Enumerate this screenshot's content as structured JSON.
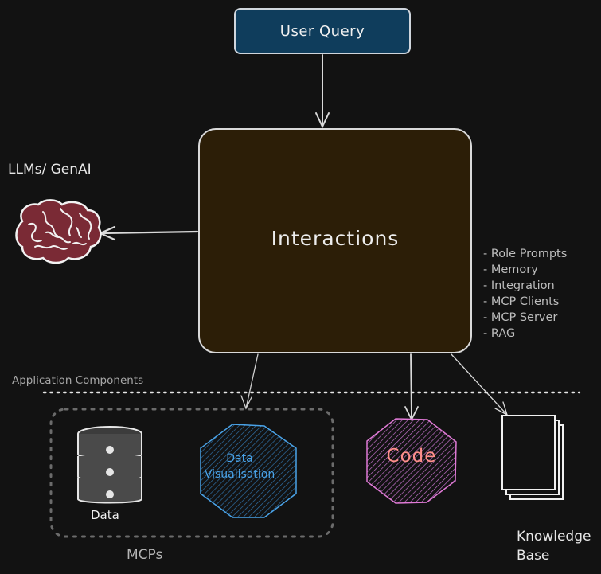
{
  "user_query": {
    "label": "User Query"
  },
  "interactions": {
    "title": "Interactions",
    "features": [
      "- Role Prompts",
      "- Memory",
      "- Integration",
      "- MCP Clients",
      "- MCP Server",
      "- RAG"
    ]
  },
  "llm": {
    "label": "LLMs/ GenAI"
  },
  "application_components": {
    "label": "Application Components"
  },
  "mcps": {
    "label": "MCPs",
    "data_label": "Data",
    "visualisation_label_line1": "Data",
    "visualisation_label_line2": "Visualisation"
  },
  "code": {
    "label": "Code"
  },
  "knowledge_base": {
    "label_line1": "Knowledge",
    "label_line2": "Base"
  },
  "colors": {
    "background": "#121212",
    "user_query_fill": "#0f3d5c",
    "interactions_fill": "#2c1e07",
    "brain": "#7a2a35",
    "visualisation_stroke": "#4aa3e8",
    "code_stroke": "#e07ad6",
    "code_text": "#ff8f8a"
  },
  "icons": [
    "brain-icon",
    "database-icon",
    "hexagon-icon",
    "documents-icon"
  ]
}
